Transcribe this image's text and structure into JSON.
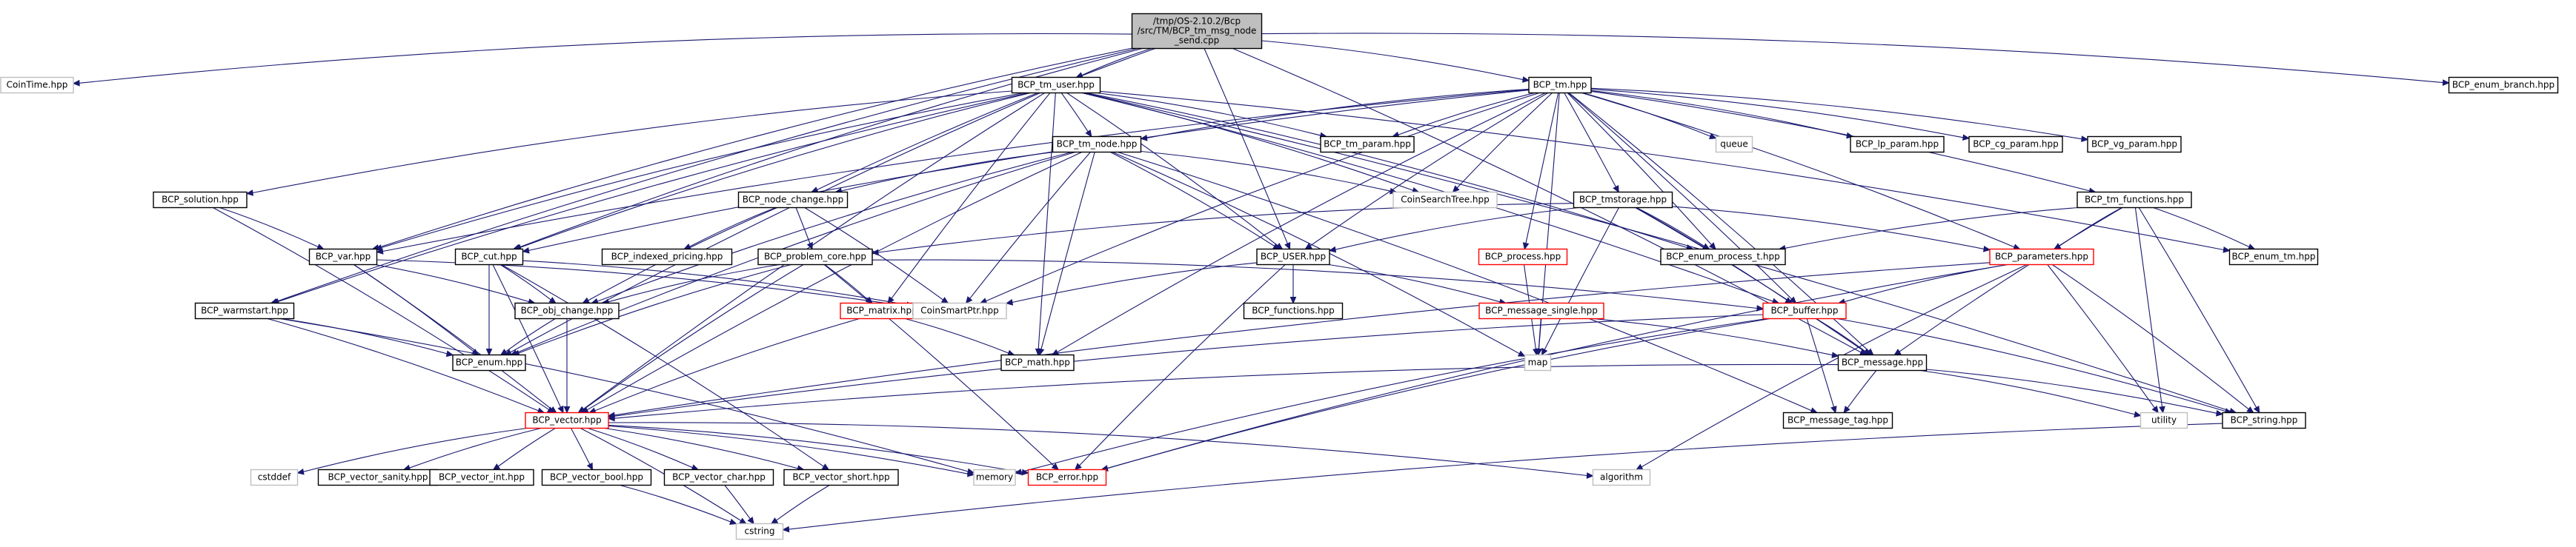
{
  "style": {
    "edge_color": "#191970",
    "box_border": "#000000",
    "missing_border": "#bfbfbf",
    "error_border": "#ff0000",
    "root_fill": "#bfbfbf",
    "box_fill": "#ffffff"
  },
  "nodes": [
    {
      "id": "root",
      "lines": [
        "/tmp/OS-2.10.2/Bcp",
        "/src/TM/BCP_tm_msg_node",
        "_send.cpp"
      ],
      "kind": "root"
    },
    {
      "id": "CoinTime",
      "lines": [
        "CoinTime.hpp"
      ],
      "kind": "missing"
    },
    {
      "id": "tm_user",
      "lines": [
        "BCP_tm_user.hpp"
      ],
      "kind": "normal"
    },
    {
      "id": "tm",
      "lines": [
        "BCP_tm.hpp"
      ],
      "kind": "normal"
    },
    {
      "id": "enum_branch",
      "lines": [
        "BCP_enum_branch.hpp"
      ],
      "kind": "normal"
    },
    {
      "id": "solution",
      "lines": [
        "BCP_solution.hpp"
      ],
      "kind": "normal"
    },
    {
      "id": "var",
      "lines": [
        "BCP_var.hpp"
      ],
      "kind": "normal"
    },
    {
      "id": "warmstart",
      "lines": [
        "BCP_warmstart.hpp"
      ],
      "kind": "normal"
    },
    {
      "id": "cut",
      "lines": [
        "BCP_cut.hpp"
      ],
      "kind": "normal"
    },
    {
      "id": "obj_change",
      "lines": [
        "BCP_obj_change.hpp"
      ],
      "kind": "normal"
    },
    {
      "id": "enum",
      "lines": [
        "BCP_enum.hpp"
      ],
      "kind": "normal"
    },
    {
      "id": "vector",
      "lines": [
        "BCP_vector.hpp"
      ],
      "kind": "error"
    },
    {
      "id": "tm_node",
      "lines": [
        "BCP_tm_node.hpp"
      ],
      "kind": "normal"
    },
    {
      "id": "node_change",
      "lines": [
        "BCP_node_change.hpp"
      ],
      "kind": "normal"
    },
    {
      "id": "indexed_pricing",
      "lines": [
        "BCP_indexed_pricing.hpp"
      ],
      "kind": "normal"
    },
    {
      "id": "problem_core",
      "lines": [
        "BCP_problem_core.hpp"
      ],
      "kind": "normal"
    },
    {
      "id": "matrix",
      "lines": [
        "BCP_matrix.hpp"
      ],
      "kind": "error"
    },
    {
      "id": "CoinSmartPtr",
      "lines": [
        "CoinSmartPtr.hpp"
      ],
      "kind": "missing"
    },
    {
      "id": "math",
      "lines": [
        "BCP_math.hpp"
      ],
      "kind": "normal"
    },
    {
      "id": "tm_param",
      "lines": [
        "BCP_tm_param.hpp"
      ],
      "kind": "normal"
    },
    {
      "id": "CoinSearchTree",
      "lines": [
        "CoinSearchTree.hpp"
      ],
      "kind": "missing"
    },
    {
      "id": "USER",
      "lines": [
        "BCP_USER.hpp"
      ],
      "kind": "normal"
    },
    {
      "id": "functions",
      "lines": [
        "BCP_functions.hpp"
      ],
      "kind": "normal"
    },
    {
      "id": "queue",
      "lines": [
        "queue"
      ],
      "kind": "missing"
    },
    {
      "id": "tmstorage",
      "lines": [
        "BCP_tmstorage.hpp"
      ],
      "kind": "normal"
    },
    {
      "id": "process",
      "lines": [
        "BCP_process.hpp"
      ],
      "kind": "error"
    },
    {
      "id": "message_single",
      "lines": [
        "BCP_message_single.hpp"
      ],
      "kind": "error"
    },
    {
      "id": "map",
      "lines": [
        "map"
      ],
      "kind": "missing"
    },
    {
      "id": "lp_param",
      "lines": [
        "BCP_lp_param.hpp"
      ],
      "kind": "normal"
    },
    {
      "id": "cg_param",
      "lines": [
        "BCP_cg_param.hpp"
      ],
      "kind": "normal"
    },
    {
      "id": "vg_param",
      "lines": [
        "BCP_vg_param.hpp"
      ],
      "kind": "normal"
    },
    {
      "id": "tm_functions",
      "lines": [
        "BCP_tm_functions.hpp"
      ],
      "kind": "normal"
    },
    {
      "id": "enum_process_t",
      "lines": [
        "BCP_enum_process_t.hpp"
      ],
      "kind": "normal"
    },
    {
      "id": "parameters",
      "lines": [
        "BCP_parameters.hpp"
      ],
      "kind": "error"
    },
    {
      "id": "enum_tm",
      "lines": [
        "BCP_enum_tm.hpp"
      ],
      "kind": "normal"
    },
    {
      "id": "buffer",
      "lines": [
        "BCP_buffer.hpp"
      ],
      "kind": "error"
    },
    {
      "id": "message",
      "lines": [
        "BCP_message.hpp"
      ],
      "kind": "normal"
    },
    {
      "id": "message_tag",
      "lines": [
        "BCP_message_tag.hpp"
      ],
      "kind": "normal"
    },
    {
      "id": "utility",
      "lines": [
        "utility"
      ],
      "kind": "missing"
    },
    {
      "id": "string",
      "lines": [
        "BCP_string.hpp"
      ],
      "kind": "normal"
    },
    {
      "id": "error",
      "lines": [
        "BCP_error.hpp"
      ],
      "kind": "error"
    },
    {
      "id": "memory",
      "lines": [
        "memory"
      ],
      "kind": "missing"
    },
    {
      "id": "algorithm",
      "lines": [
        "algorithm"
      ],
      "kind": "missing"
    },
    {
      "id": "cstddef",
      "lines": [
        "cstddef"
      ],
      "kind": "missing"
    },
    {
      "id": "vector_sanity",
      "lines": [
        "BCP_vector_sanity.hpp"
      ],
      "kind": "normal"
    },
    {
      "id": "vector_int",
      "lines": [
        "BCP_vector_int.hpp"
      ],
      "kind": "normal"
    },
    {
      "id": "vector_bool",
      "lines": [
        "BCP_vector_bool.hpp"
      ],
      "kind": "normal"
    },
    {
      "id": "vector_char",
      "lines": [
        "BCP_vector_char.hpp"
      ],
      "kind": "normal"
    },
    {
      "id": "vector_short",
      "lines": [
        "BCP_vector_short.hpp"
      ],
      "kind": "normal"
    },
    {
      "id": "cstring",
      "lines": [
        "cstring"
      ],
      "kind": "missing"
    }
  ],
  "edges": [
    [
      "root",
      "CoinTime"
    ],
    [
      "root",
      "tm_user"
    ],
    [
      "root",
      "tm"
    ],
    [
      "root",
      "enum_branch"
    ],
    [
      "root",
      "var"
    ],
    [
      "root",
      "cut"
    ],
    [
      "root",
      "warmstart"
    ],
    [
      "root",
      "node_change"
    ],
    [
      "root",
      "USER"
    ],
    [
      "root",
      "message"
    ],
    [
      "tm_user",
      "solution"
    ],
    [
      "tm_user",
      "var"
    ],
    [
      "tm_user",
      "cut"
    ],
    [
      "tm_user",
      "warmstart"
    ],
    [
      "tm_user",
      "enum"
    ],
    [
      "tm_user",
      "vector"
    ],
    [
      "tm_user",
      "tm_node"
    ],
    [
      "tm_user",
      "matrix"
    ],
    [
      "tm_user",
      "math"
    ],
    [
      "tm_user",
      "tm_param"
    ],
    [
      "tm_user",
      "USER"
    ],
    [
      "tm_user",
      "CoinSearchTree"
    ],
    [
      "tm_user",
      "enum_process_t"
    ],
    [
      "tm_user",
      "buffer"
    ],
    [
      "tm_user",
      "enum_tm"
    ],
    [
      "tm_user",
      "string"
    ],
    [
      "tm",
      "tm_node"
    ],
    [
      "tm",
      "tm_param"
    ],
    [
      "tm",
      "queue"
    ],
    [
      "tm",
      "lp_param"
    ],
    [
      "tm",
      "cg_param"
    ],
    [
      "tm",
      "vg_param"
    ],
    [
      "tm",
      "tm_functions"
    ],
    [
      "tm",
      "tmstorage"
    ],
    [
      "tm",
      "process"
    ],
    [
      "tm",
      "enum_process_t"
    ],
    [
      "tm",
      "CoinSearchTree"
    ],
    [
      "tm",
      "map"
    ],
    [
      "tm",
      "buffer"
    ],
    [
      "tm",
      "parameters"
    ],
    [
      "tm",
      "var"
    ],
    [
      "tm",
      "cut"
    ],
    [
      "tm",
      "USER"
    ],
    [
      "tm",
      "message"
    ],
    [
      "tm",
      "math"
    ],
    [
      "tm",
      "CoinSmartPtr"
    ],
    [
      "solution",
      "var"
    ],
    [
      "solution",
      "vector"
    ],
    [
      "var",
      "obj_change"
    ],
    [
      "var",
      "enum"
    ],
    [
      "var",
      "vector"
    ],
    [
      "var",
      "CoinSmartPtr"
    ],
    [
      "cut",
      "obj_change"
    ],
    [
      "cut",
      "enum"
    ],
    [
      "cut",
      "vector"
    ],
    [
      "cut",
      "CoinSmartPtr"
    ],
    [
      "cut",
      "vector_short"
    ],
    [
      "warmstart",
      "enum"
    ],
    [
      "warmstart",
      "vector"
    ],
    [
      "warmstart",
      "memory"
    ],
    [
      "obj_change",
      "enum"
    ],
    [
      "obj_change",
      "vector"
    ],
    [
      "tm_node",
      "node_change"
    ],
    [
      "tm_node",
      "CoinSmartPtr"
    ],
    [
      "tm_node",
      "USER"
    ],
    [
      "tm_node",
      "vector"
    ],
    [
      "tm_node",
      "math"
    ],
    [
      "tm_node",
      "message_tag"
    ],
    [
      "tm_node",
      "map"
    ],
    [
      "tm_node",
      "obj_change"
    ],
    [
      "tm_node",
      "CoinSearchTree"
    ],
    [
      "tm_node",
      "enum"
    ],
    [
      "node_change",
      "indexed_pricing"
    ],
    [
      "node_change",
      "problem_core"
    ],
    [
      "node_change",
      "obj_change"
    ],
    [
      "node_change",
      "CoinSmartPtr"
    ],
    [
      "problem_core",
      "matrix"
    ],
    [
      "problem_core",
      "vector"
    ],
    [
      "problem_core",
      "buffer"
    ],
    [
      "problem_core",
      "obj_change"
    ],
    [
      "problem_core",
      "error"
    ],
    [
      "problem_core",
      "enum"
    ],
    [
      "matrix",
      "vector"
    ],
    [
      "matrix",
      "math"
    ],
    [
      "USER",
      "functions"
    ],
    [
      "USER",
      "message_single"
    ],
    [
      "USER",
      "CoinSmartPtr"
    ],
    [
      "USER",
      "error"
    ],
    [
      "tmstorage",
      "problem_core"
    ],
    [
      "tmstorage",
      "USER"
    ],
    [
      "tmstorage",
      "enum_process_t"
    ],
    [
      "tmstorage",
      "buffer"
    ],
    [
      "tmstorage",
      "message"
    ],
    [
      "tmstorage",
      "parameters"
    ],
    [
      "tmstorage",
      "map"
    ],
    [
      "process",
      "map"
    ],
    [
      "message_single",
      "message"
    ],
    [
      "message_single",
      "map"
    ],
    [
      "tm_functions",
      "enum_process_t"
    ],
    [
      "tm_functions",
      "parameters"
    ],
    [
      "tm_functions",
      "enum_tm"
    ],
    [
      "tm_functions",
      "message"
    ],
    [
      "tm_functions",
      "string"
    ],
    [
      "tm_functions",
      "utility"
    ],
    [
      "parameters",
      "buffer"
    ],
    [
      "parameters",
      "utility"
    ],
    [
      "parameters",
      "string"
    ],
    [
      "parameters",
      "error"
    ],
    [
      "parameters",
      "algorithm"
    ],
    [
      "parameters",
      "vector"
    ],
    [
      "buffer",
      "message"
    ],
    [
      "buffer",
      "message_tag"
    ],
    [
      "buffer",
      "vector"
    ],
    [
      "buffer",
      "string"
    ],
    [
      "buffer",
      "memory"
    ],
    [
      "buffer",
      "error"
    ],
    [
      "message",
      "message_tag"
    ],
    [
      "message",
      "vector"
    ],
    [
      "message",
      "utility"
    ],
    [
      "message",
      "string"
    ],
    [
      "string",
      "cstring"
    ],
    [
      "vector",
      "cstddef"
    ],
    [
      "vector",
      "cstring"
    ],
    [
      "vector",
      "memory"
    ],
    [
      "vector",
      "algorithm"
    ],
    [
      "vector",
      "error"
    ],
    [
      "vector",
      "vector_sanity"
    ],
    [
      "vector",
      "vector_int"
    ],
    [
      "vector",
      "vector_bool"
    ],
    [
      "vector",
      "vector_char"
    ],
    [
      "vector",
      "vector_short"
    ],
    [
      "vector_bool",
      "cstring"
    ],
    [
      "vector_char",
      "cstring"
    ],
    [
      "vector_short",
      "cstring"
    ]
  ]
}
